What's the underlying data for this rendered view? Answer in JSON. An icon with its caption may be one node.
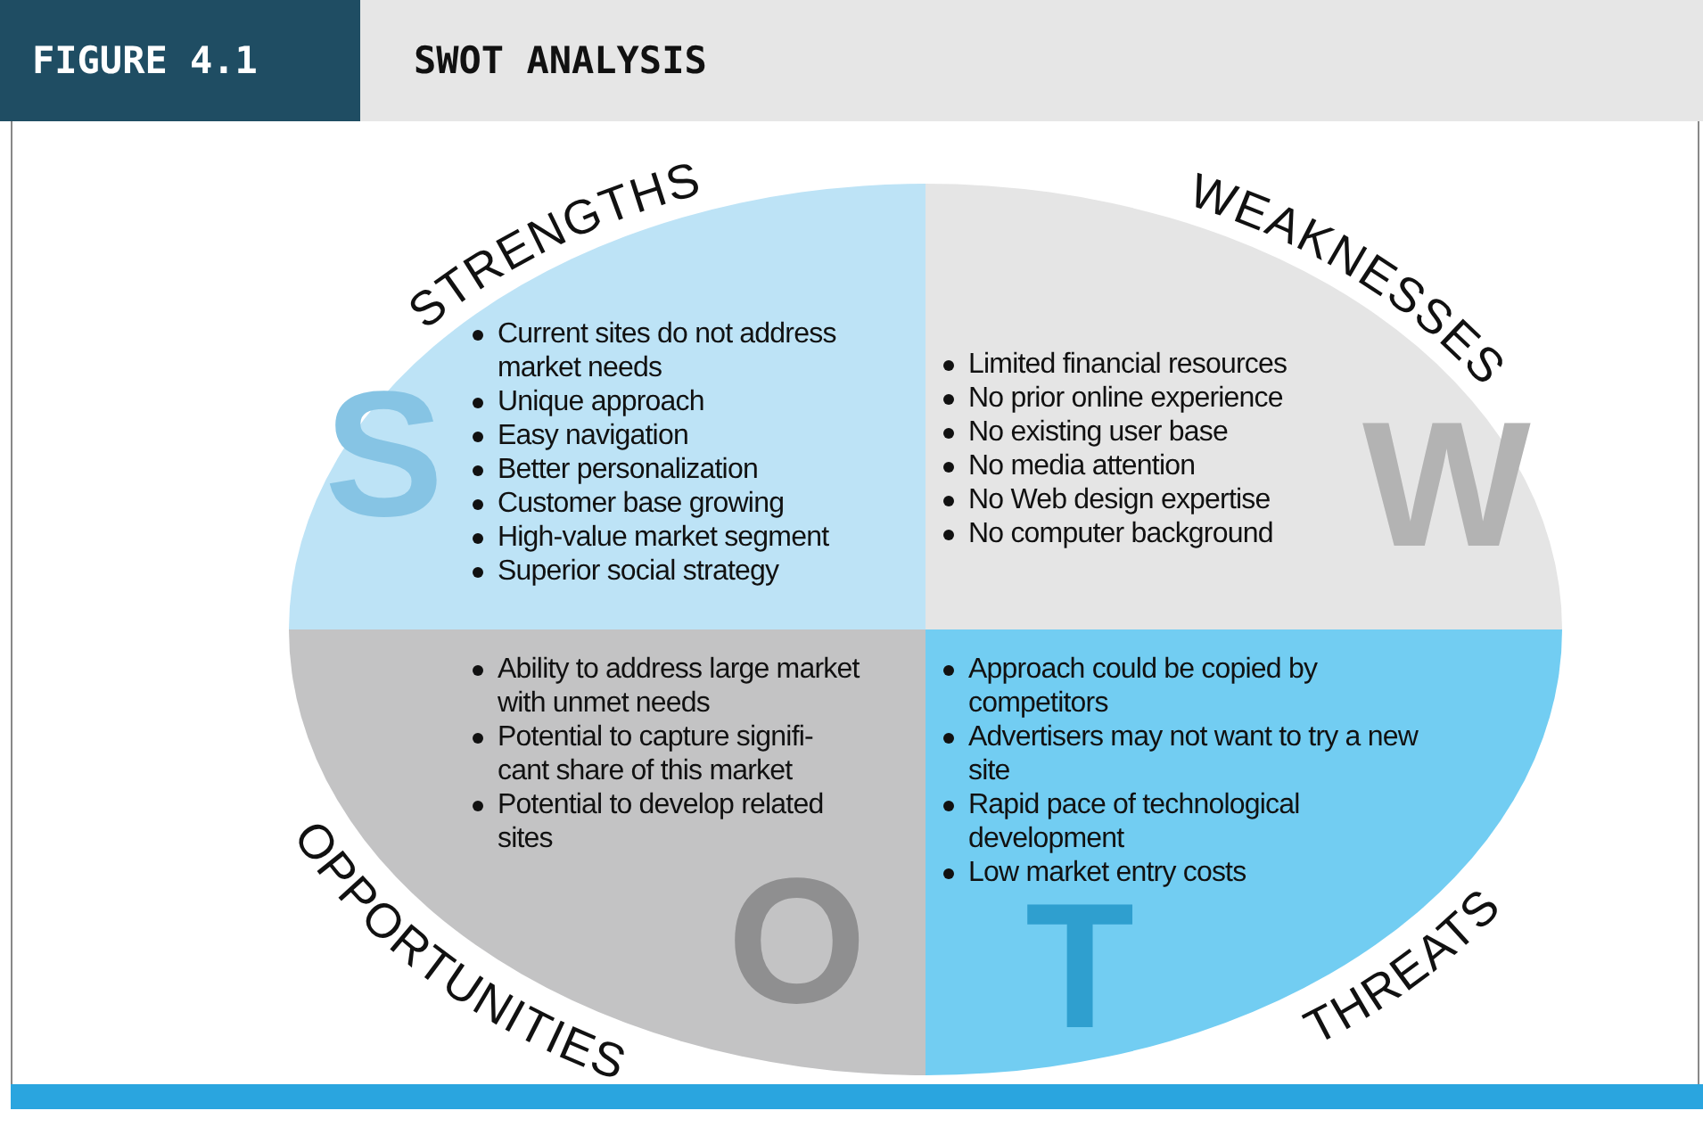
{
  "diagram": {
    "title": "SWOT ANALYSIS",
    "nodes": [
      {
        "text": [
          "STRENGTHS",
          "Current sites do not address market needs",
          "Unique approach",
          "Easy navigation",
          "Better personalization",
          "Customer base growing",
          "High-value market segment",
          "Superior social strategy"
        ]
      },
      {
        "text": [
          "WEAKNESSES",
          "Limited financial resources",
          "No prior online experience",
          "No existing user base",
          "No media attention",
          "No Web design expertise",
          "No computer background"
        ]
      },
      {
        "text": [
          "OPPORTUNITIES",
          "Ability to address large market with unmet needs",
          "Potential to capture signifi- cant share of this market",
          "Potential to develop related sites"
        ]
      },
      {
        "text": [
          "THREATS",
          "Approach could be copied by competitors",
          "Advertisers may not want to try a new site",
          "Rapid pace of technological development",
          "Low market entry costs"
        ]
      }
    ],
    "labels": [
      "FIGURE 4.1",
      "S",
      "W",
      "O",
      "T"
    ]
  }
}
